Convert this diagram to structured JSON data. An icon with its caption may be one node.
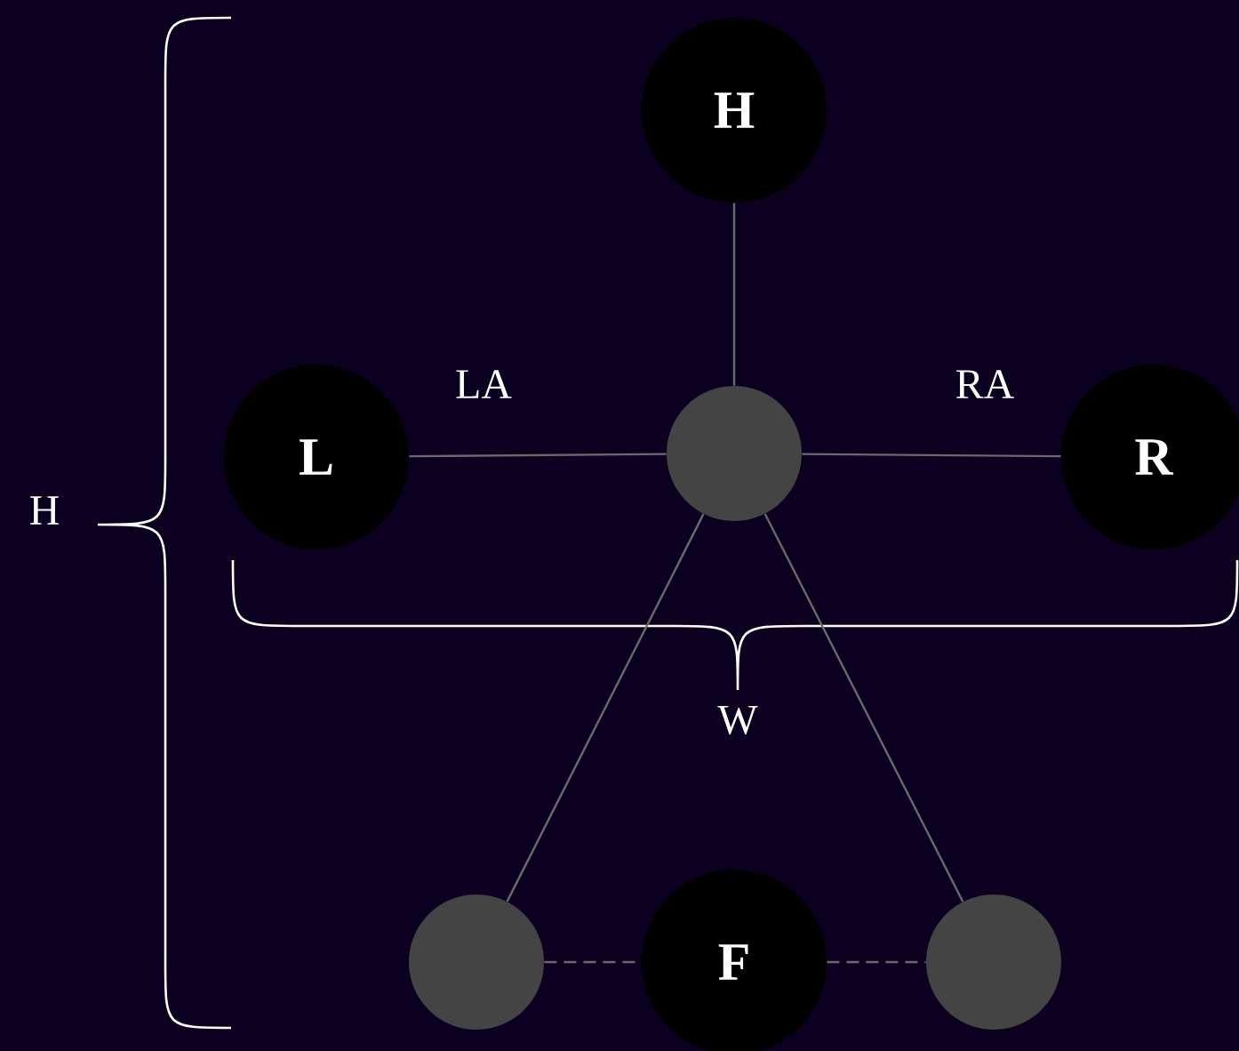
{
  "diagram": {
    "nodes": [
      {
        "text": [
          "H"
        ]
      },
      {
        "text": [
          "L"
        ]
      },
      {
        "text": [],
        "shape": "circle"
      },
      {
        "text": [
          "R"
        ]
      },
      {
        "text": [],
        "shape": "circle"
      },
      {
        "text": [
          "F"
        ]
      },
      {
        "text": [],
        "shape": "circle"
      }
    ],
    "edges": [
      {
        "from": 0,
        "to": 2,
        "arrow": "none"
      },
      {
        "from": 1,
        "to": 2,
        "arrow": "none",
        "label": "LA"
      },
      {
        "from": 2,
        "to": 3,
        "arrow": "none",
        "label": "RA"
      },
      {
        "from": 2,
        "to": 4,
        "arrow": "none"
      },
      {
        "from": 2,
        "to": 6,
        "arrow": "none"
      },
      {
        "from": 4,
        "to": 5,
        "arrow": "none",
        "style": "dashed"
      },
      {
        "from": 5,
        "to": 6,
        "arrow": "none",
        "style": "dashed"
      }
    ],
    "labels": [
      "H",
      "W"
    ]
  }
}
